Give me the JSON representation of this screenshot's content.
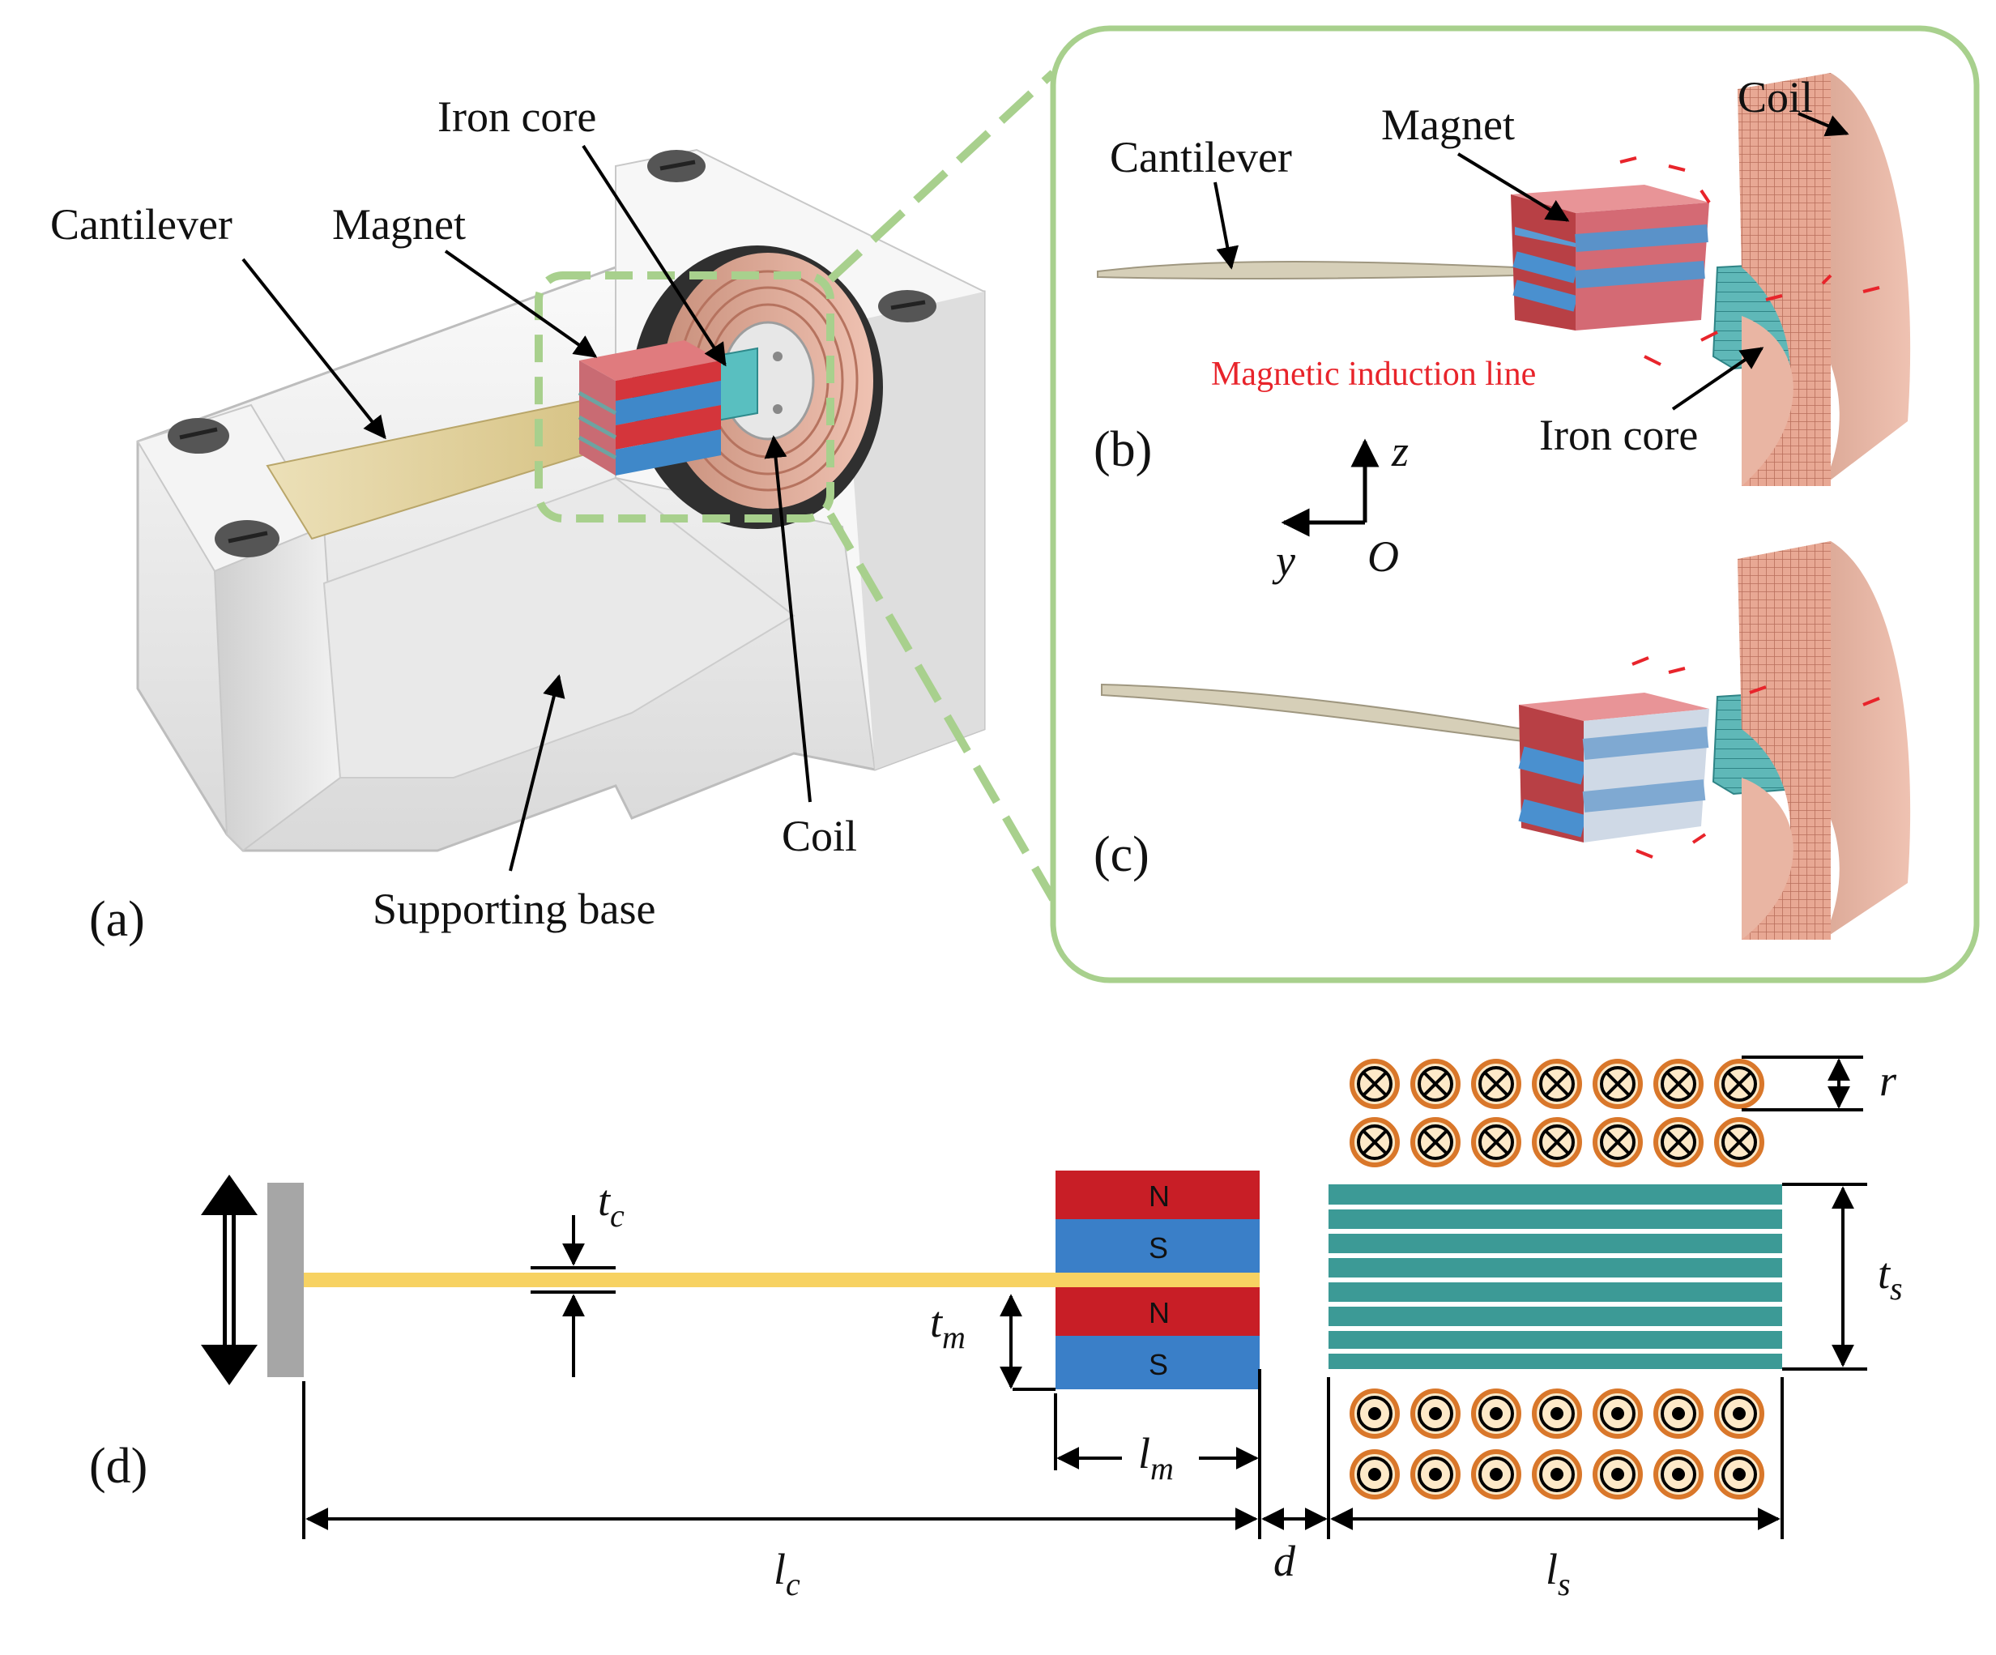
{
  "panels": {
    "a": "(a)",
    "b": "(b)",
    "c": "(c)",
    "d": "(d)"
  },
  "panel_a": {
    "cantilever": "Cantilever",
    "magnet": "Magnet",
    "iron_core": "Iron core",
    "coil": "Coil",
    "supporting_base": "Supporting base"
  },
  "panel_b": {
    "cantilever": "Cantilever",
    "magnet": "Magnet",
    "coil": "Coil",
    "magnetic_induction_line": "Magnetic induction line",
    "iron_core": "Iron core"
  },
  "axes": {
    "z": "z",
    "y": "y",
    "origin": "O"
  },
  "panel_d": {
    "poles": [
      "N",
      "S",
      "N",
      "S"
    ],
    "t_c": {
      "base": "t",
      "sub": "c"
    },
    "t_m": {
      "base": "t",
      "sub": "m"
    },
    "l_m": {
      "base": "l",
      "sub": "m"
    },
    "l_c": {
      "base": "l",
      "sub": "c"
    },
    "d": "d",
    "l_s": {
      "base": "l",
      "sub": "s"
    },
    "t_s": {
      "base": "t",
      "sub": "s"
    },
    "r": "r"
  },
  "colors": {
    "frame_green": "#a8d08d",
    "magnet_red": "#c81e26",
    "magnet_blue": "#3a7fc8",
    "cantilever_yellow": "#f7d262",
    "core_teal": "#3c9a96",
    "coil_copper": "#d7836a",
    "label_red": "#e8242b"
  }
}
